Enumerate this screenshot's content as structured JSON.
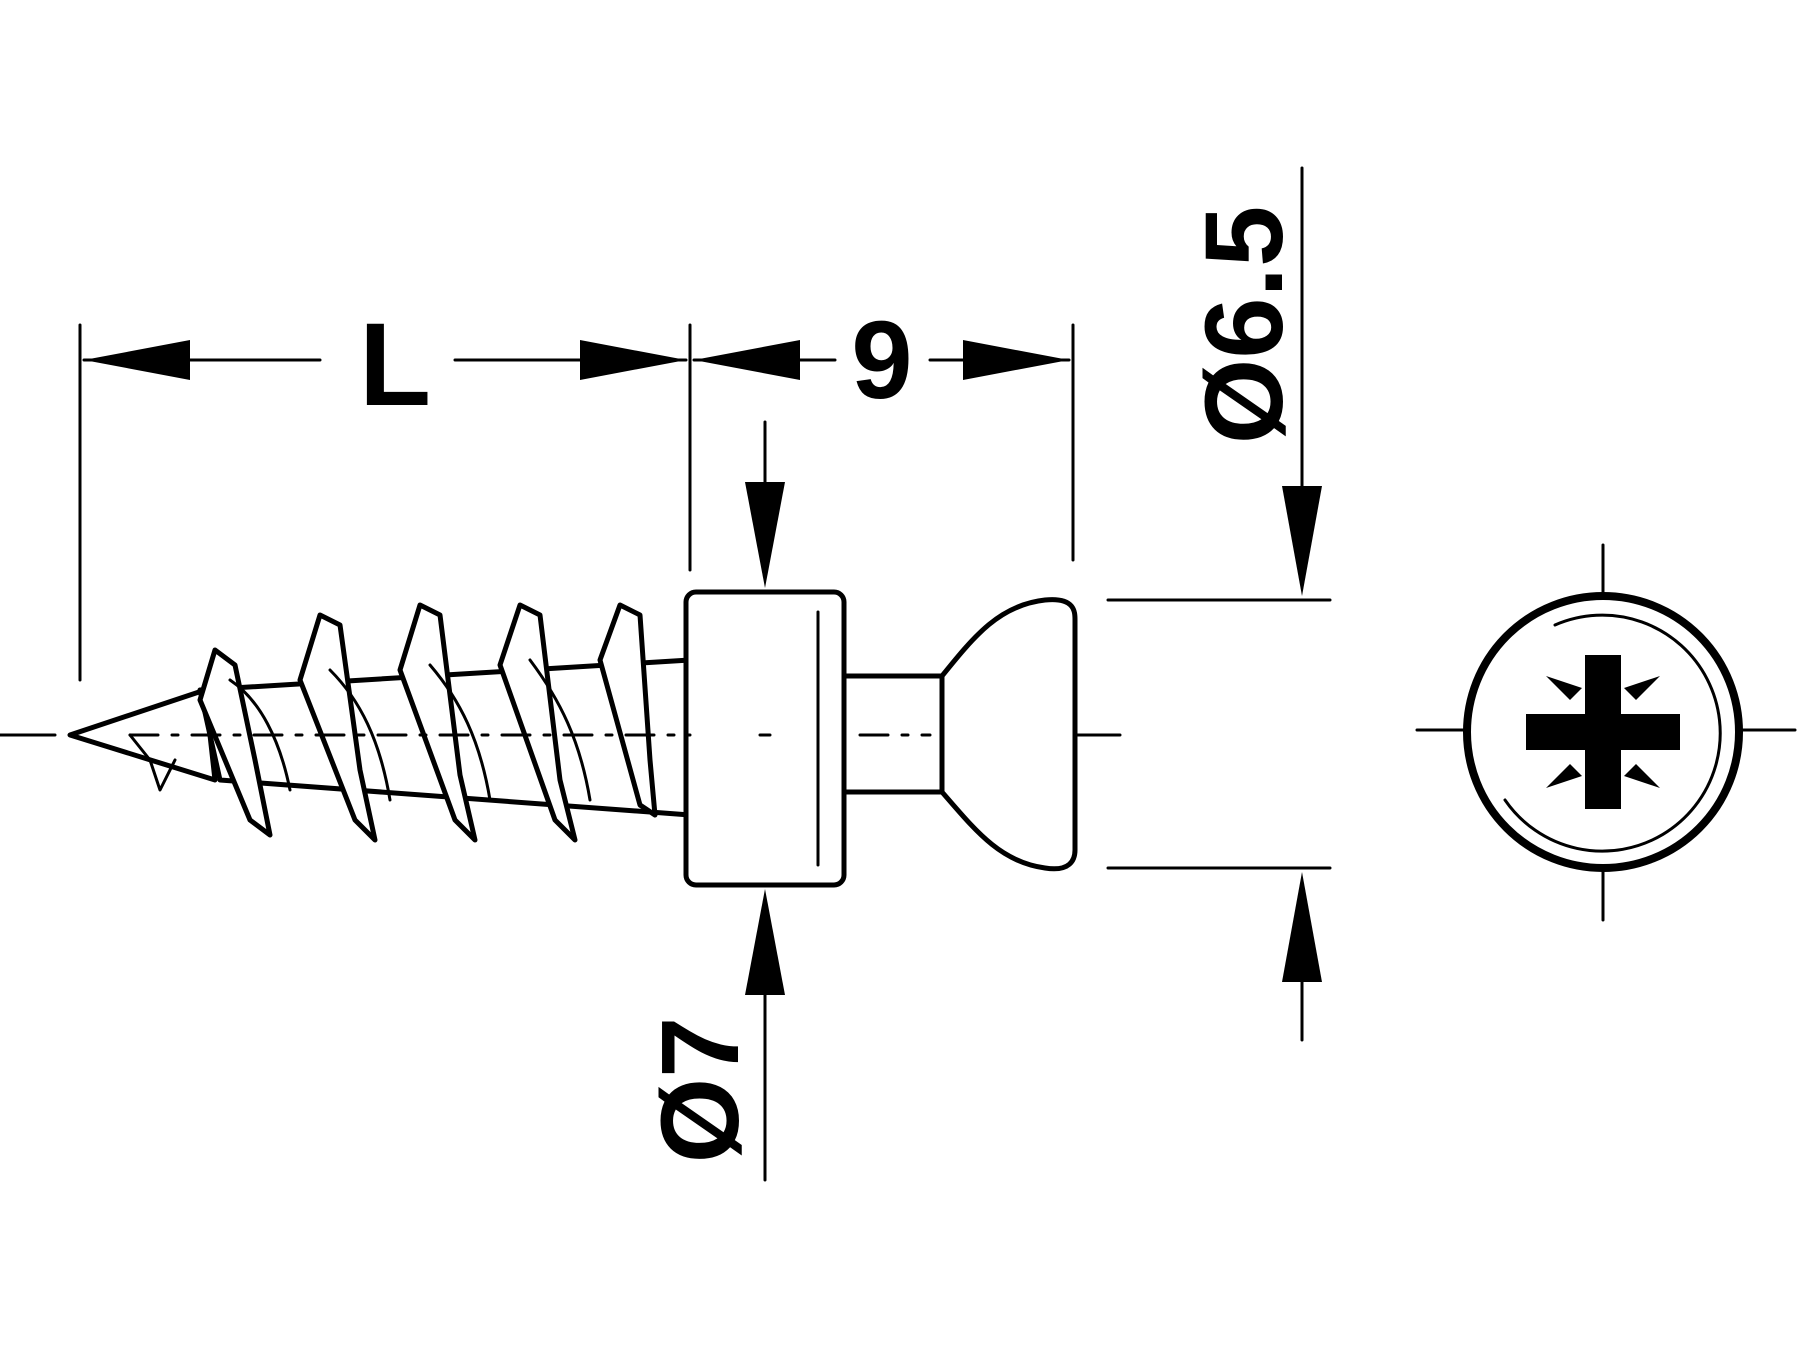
{
  "dimensions": {
    "length_label": "L",
    "head_length_label": "9",
    "head_diameter_label": "Ø6.5",
    "collar_diameter_label": "Ø7"
  },
  "colors": {
    "line": "#000000",
    "background": "#ffffff"
  },
  "views": [
    "side-view",
    "end-view-pozidriv-head"
  ]
}
